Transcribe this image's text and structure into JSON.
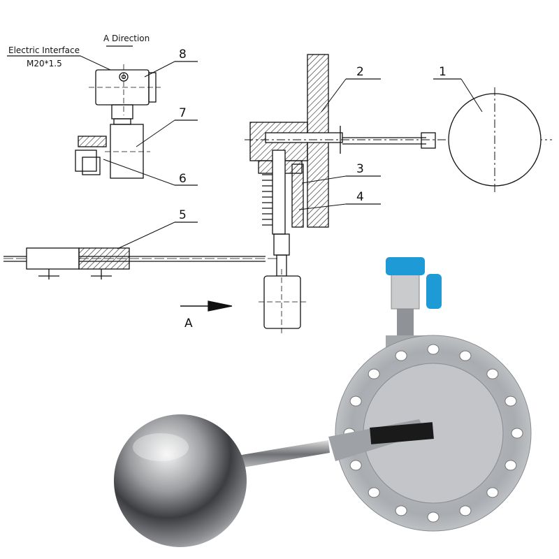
{
  "drawing": {
    "view_title": "A Direction",
    "interface_label": "Electric Interface",
    "interface_spec": "M20*1.5",
    "arrow_label": "A",
    "part_numbers": [
      "1",
      "2",
      "3",
      "4",
      "5",
      "6",
      "7",
      "8"
    ]
  },
  "photo": {
    "head_color": "#1e9ad6",
    "metal_color": "#b9bcc0"
  }
}
